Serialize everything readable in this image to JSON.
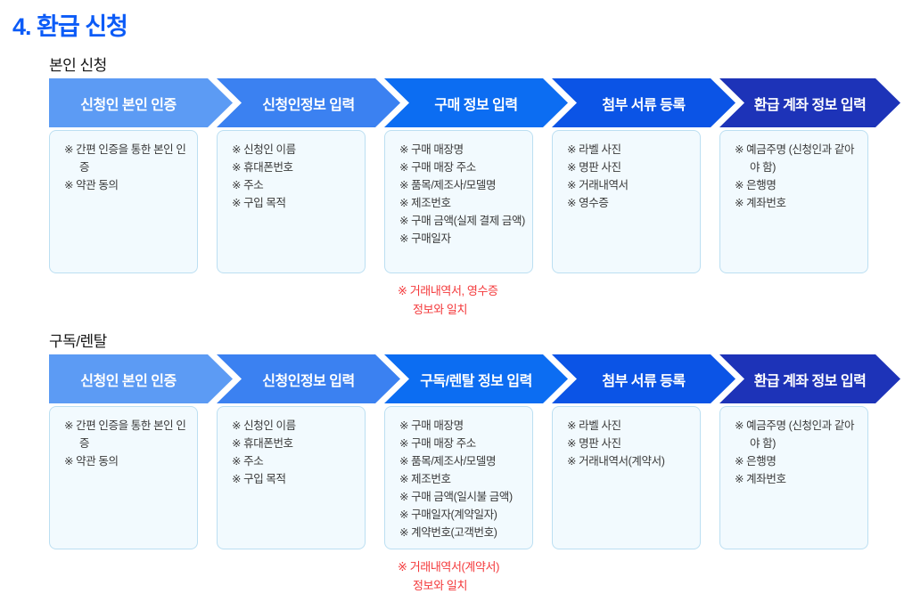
{
  "page": {
    "title": "4. 환급 신청"
  },
  "colors": {
    "title_blue": "#0B5BF7",
    "note_red": "#F4393B",
    "box_bg": "#F2FAFE",
    "box_border": "#BCDFF2"
  },
  "sections": [
    {
      "label": "본인 신청",
      "note_lines": [
        "※ 거래내역서, 영수증",
        "정보와 일치"
      ],
      "steps": [
        {
          "title": "신청인 본인 인증",
          "color": "#5C9BF4",
          "items": [
            "※ 간편 인증을 통한 본인 인증",
            "※ 약관 동의"
          ]
        },
        {
          "title": "신청인정보 입력",
          "color": "#3B81F1",
          "items": [
            "※ 신청인 이름",
            "※ 휴대폰번호",
            "※ 주소",
            "※ 구입 목적"
          ]
        },
        {
          "title": "구매 정보 입력",
          "color": "#0C6DF2",
          "items": [
            "※ 구매 매장명",
            "※ 구매 매장 주소",
            "※ 품목/제조사/모델명",
            "※ 제조번호",
            "※ 구매 금액(실제 결제 금액)",
            "※ 구매일자"
          ]
        },
        {
          "title": "첨부 서류 등록",
          "color": "#0B54E6",
          "items": [
            "※ 라벨 사진",
            "※ 명판 사진",
            "※ 거래내역서",
            "※ 영수증"
          ]
        },
        {
          "title": "환급 계좌 정보 입력",
          "color": "#1D33B8",
          "items": [
            "※ 예금주명 (신청인과 같아야 함)",
            "※ 은행명",
            "※ 계좌번호"
          ]
        }
      ]
    },
    {
      "label": "구독/렌탈",
      "note_lines": [
        "※ 거래내역서(계약서)",
        "정보와 일치"
      ],
      "steps": [
        {
          "title": "신청인 본인 인증",
          "color": "#5C9BF4",
          "items": [
            "※ 간편 인증을 통한 본인 인증",
            "※ 약관 동의"
          ]
        },
        {
          "title": "신청인정보 입력",
          "color": "#3B81F1",
          "items": [
            "※ 신청인 이름",
            "※ 휴대폰번호",
            "※ 주소",
            "※ 구입 목적"
          ]
        },
        {
          "title": "구독/렌탈 정보 입력",
          "color": "#0C6DF2",
          "items": [
            "※ 구매 매장명",
            "※ 구매 매장 주소",
            "※ 품목/제조사/모델명",
            "※ 제조번호",
            "※ 구매 금액(일시불 금액)",
            "※ 구매일자(계약일자)",
            "※ 계약번호(고객번호)"
          ]
        },
        {
          "title": "첨부 서류 등록",
          "color": "#0B54E6",
          "items": [
            "※ 라벨 사진",
            "※ 명판 사진",
            "※ 거래내역서(계약서)"
          ]
        },
        {
          "title": "환급 계좌 정보 입력",
          "color": "#1D33B8",
          "items": [
            "※ 예금주명 (신청인과 같아야 함)",
            "※ 은행명",
            "※ 계좌번호"
          ]
        }
      ]
    }
  ]
}
